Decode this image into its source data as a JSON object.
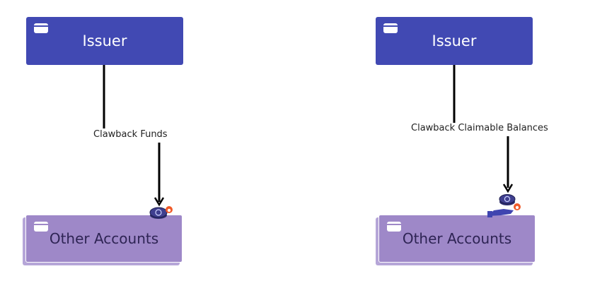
{
  "colors": {
    "issuer_fill": "#4149b3",
    "accounts_fill": "#9e88c8",
    "accounts_shadow": "#b6a6d8",
    "arrow": "#000000",
    "coin": "#3f3f8f",
    "flame": "#f05a28"
  },
  "diagrams": [
    {
      "issuer": {
        "label": "Issuer",
        "icon": "wallet-icon"
      },
      "edge_label": "Clawback Funds",
      "target": {
        "label": "Other Accounts",
        "icon": "wallet-icon"
      },
      "marker_icon": "coin-burn-icon"
    },
    {
      "issuer": {
        "label": "Issuer",
        "icon": "wallet-icon"
      },
      "edge_label": "Clawback Claimable Balances",
      "target": {
        "label": "Other Accounts",
        "icon": "wallet-icon"
      },
      "marker_icon": "hand-coin-burn-icon"
    }
  ]
}
